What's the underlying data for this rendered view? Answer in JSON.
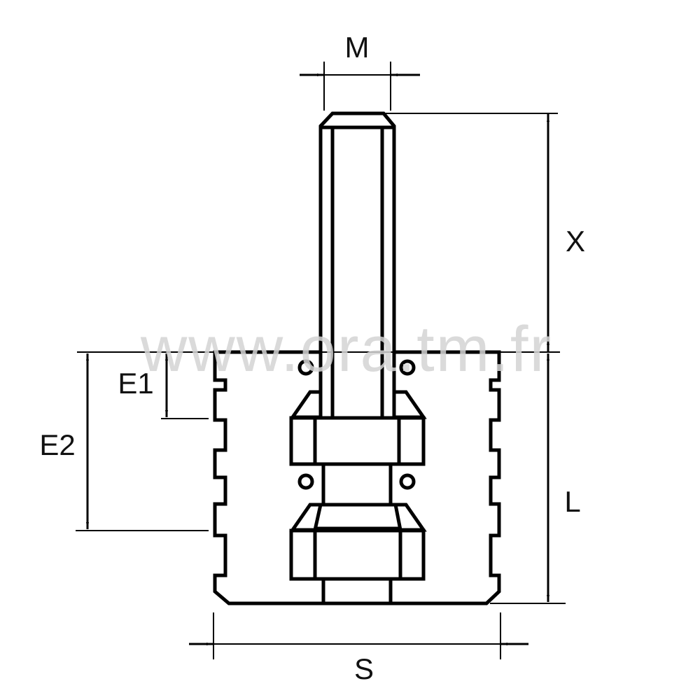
{
  "watermark": "www.ora.tm.fr",
  "dimensions": {
    "M": "M",
    "X": "X",
    "L": "L",
    "S": "S",
    "E1": "E1",
    "E2": "E2"
  },
  "colors": {
    "line": "#000000",
    "watermark": "#d4d4d4"
  }
}
